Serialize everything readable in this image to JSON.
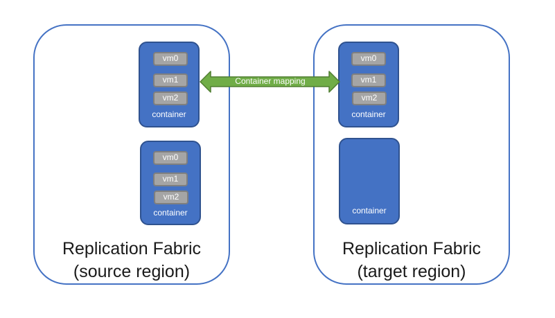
{
  "source": {
    "title": "Replication Fabric",
    "subtitle": "(source region)",
    "containers": [
      {
        "label": "container",
        "vms": [
          "vm0",
          "vm1",
          "vm2"
        ]
      },
      {
        "label": "container",
        "vms": [
          "vm0",
          "vm1",
          "vm2"
        ]
      }
    ]
  },
  "target": {
    "title": "Replication Fabric",
    "subtitle": "(target region)",
    "containers": [
      {
        "label": "container",
        "vms": [
          "vm0",
          "vm1",
          "vm2"
        ]
      },
      {
        "label": "container",
        "vms": []
      }
    ]
  },
  "mapping": {
    "label": "Container mapping"
  },
  "colors": {
    "fabric_border": "#4472C4",
    "container_fill": "#4472C4",
    "container_border": "#2F528F",
    "vm_fill": "#A5A5A5",
    "vm_border": "#7F7F7F",
    "arrow_fill": "#70AD47",
    "arrow_border": "#507E32"
  }
}
